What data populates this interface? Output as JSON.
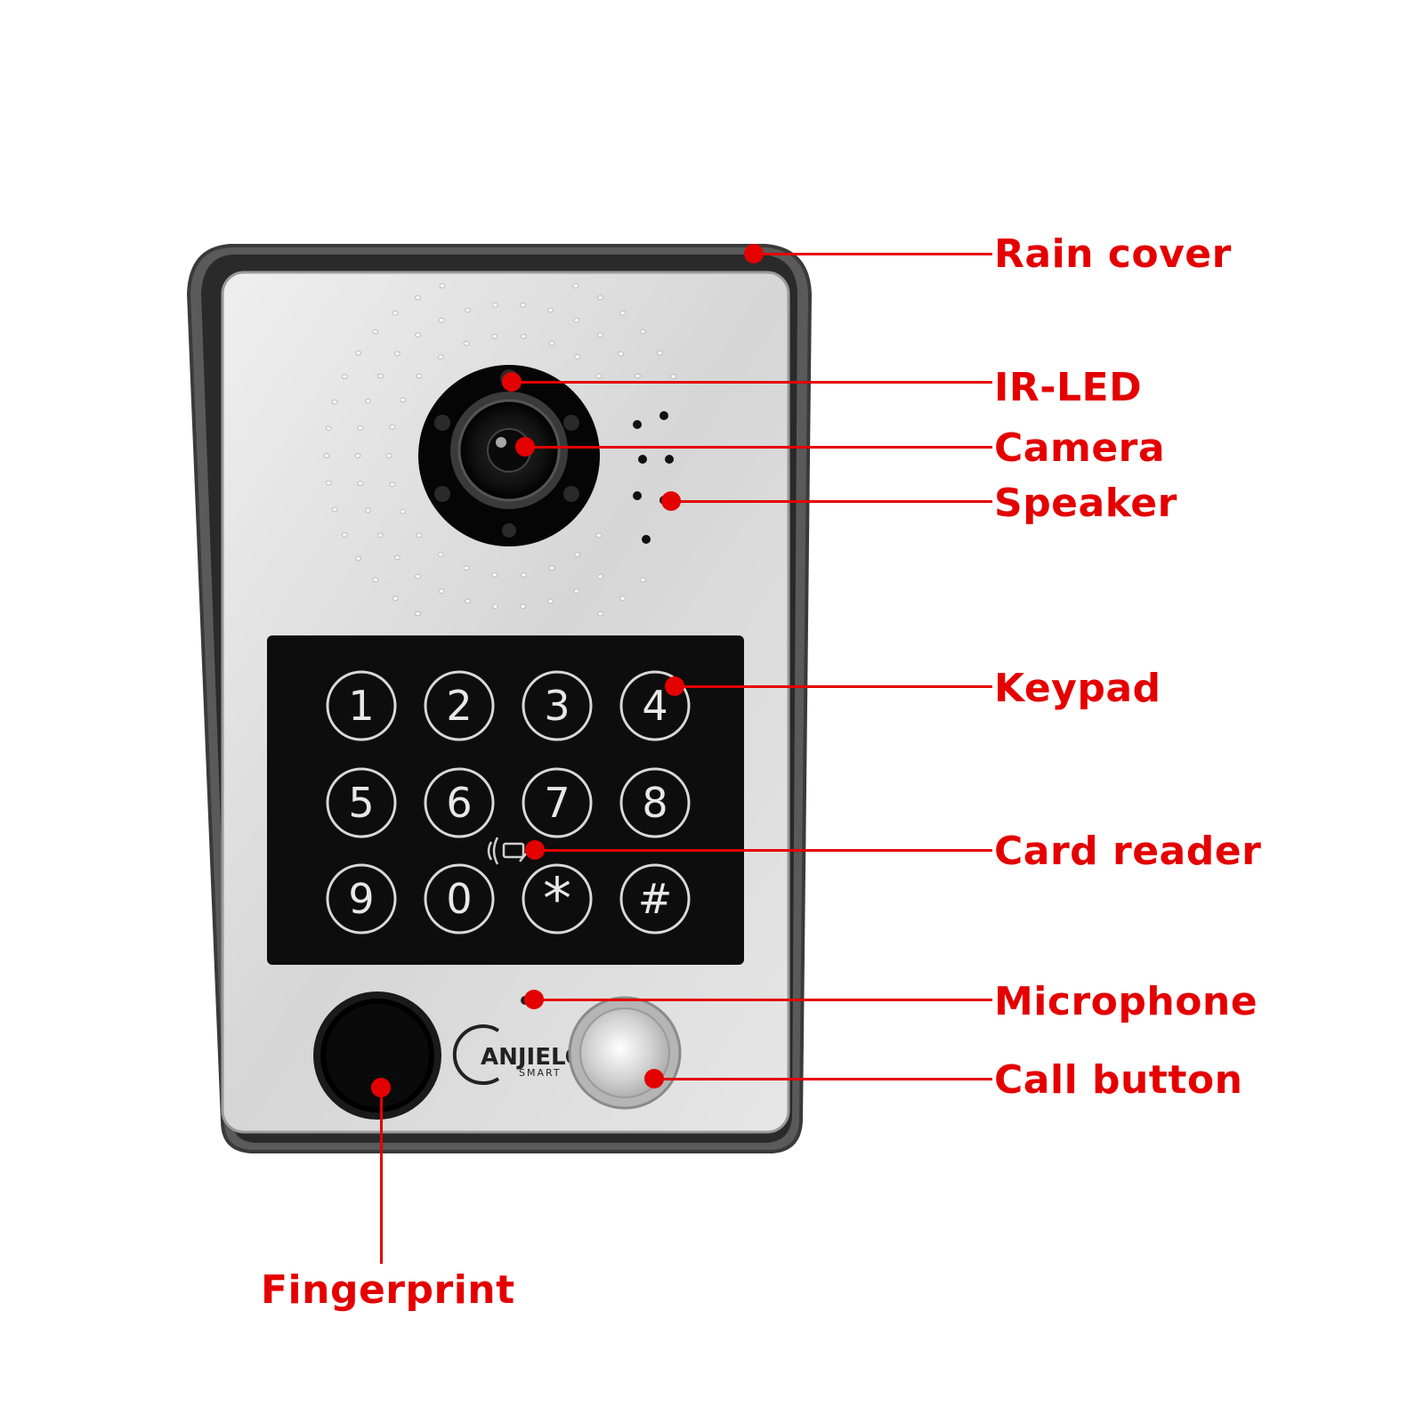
{
  "brand": {
    "name": "ANJIELO",
    "sub": "SMART"
  },
  "keypad": {
    "keys": [
      "1",
      "2",
      "3",
      "4",
      "5",
      "6",
      "7",
      "8",
      "9",
      "0",
      "*",
      "#"
    ]
  },
  "callouts": [
    {
      "id": "rain-cover",
      "label": "Rain cover"
    },
    {
      "id": "ir-led",
      "label": "IR-LED"
    },
    {
      "id": "camera",
      "label": "Camera"
    },
    {
      "id": "speaker",
      "label": "Speaker"
    },
    {
      "id": "keypad",
      "label": "Keypad"
    },
    {
      "id": "card-reader",
      "label": "Card reader"
    },
    {
      "id": "microphone",
      "label": "Microphone"
    },
    {
      "id": "call-button",
      "label": "Call button"
    },
    {
      "id": "fingerprint",
      "label": "Fingerprint"
    }
  ],
  "colors": {
    "accent": "#e50000",
    "housing": "#555555",
    "panel": "#d9d9d9",
    "keypad": "#0d0d0d"
  }
}
